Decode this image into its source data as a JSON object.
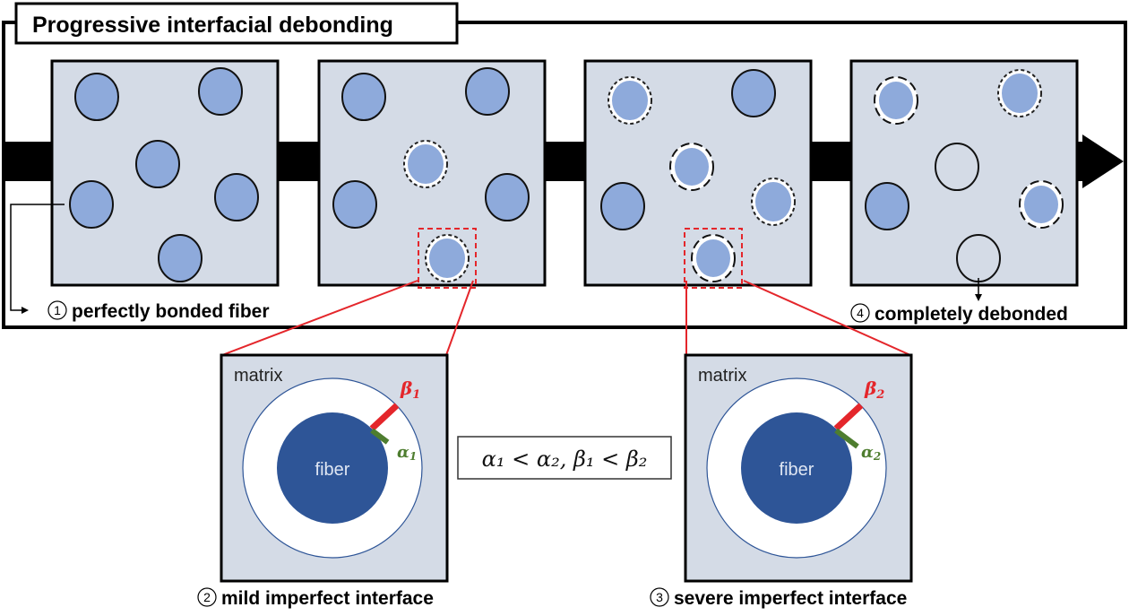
{
  "title": "Progressive interfacial debonding",
  "colors": {
    "panel_fill": "#d4dbe6",
    "fiber_fill": "#8eaadb",
    "zoom_fiber": "#2e5597",
    "beta_red": "#e4262b",
    "alpha_green": "#4e7d2f",
    "highlight_box": "#e4262b",
    "interface_ring": "#2e5597"
  },
  "stages": [
    {
      "id": 1,
      "number_label": "1",
      "label": "perfectly bonded fiber",
      "fibers": [
        {
          "state": "bonded"
        },
        {
          "state": "bonded"
        },
        {
          "state": "bonded"
        },
        {
          "state": "bonded"
        },
        {
          "state": "bonded"
        },
        {
          "state": "bonded"
        }
      ]
    },
    {
      "id": 2,
      "fibers": [
        {
          "state": "bonded"
        },
        {
          "state": "bonded"
        },
        {
          "state": "mild"
        },
        {
          "state": "bonded"
        },
        {
          "state": "bonded"
        },
        {
          "state": "mild",
          "highlighted": true
        }
      ]
    },
    {
      "id": 3,
      "fibers": [
        {
          "state": "mild"
        },
        {
          "state": "bonded"
        },
        {
          "state": "severe"
        },
        {
          "state": "bonded"
        },
        {
          "state": "mild"
        },
        {
          "state": "severe",
          "highlighted": true
        }
      ]
    },
    {
      "id": 4,
      "number_label": "4",
      "label": "completely debonded",
      "fibers": [
        {
          "state": "severe"
        },
        {
          "state": "mild"
        },
        {
          "state": "debonded"
        },
        {
          "state": "bonded"
        },
        {
          "state": "severe"
        },
        {
          "state": "debonded"
        }
      ]
    }
  ],
  "details": [
    {
      "number_label": "2",
      "caption": "mild imperfect interface",
      "matrix_label": "matrix",
      "fiber_label": "fiber",
      "beta_label": "β",
      "beta_sub": "1",
      "alpha_label": "α",
      "alpha_sub": "1"
    },
    {
      "number_label": "3",
      "caption": "severe imperfect interface",
      "matrix_label": "matrix",
      "fiber_label": "fiber",
      "beta_label": "β",
      "beta_sub": "2",
      "alpha_label": "α",
      "alpha_sub": "2"
    }
  ],
  "relation": {
    "text": "α₁ < α₂, β₁ < β₂"
  }
}
